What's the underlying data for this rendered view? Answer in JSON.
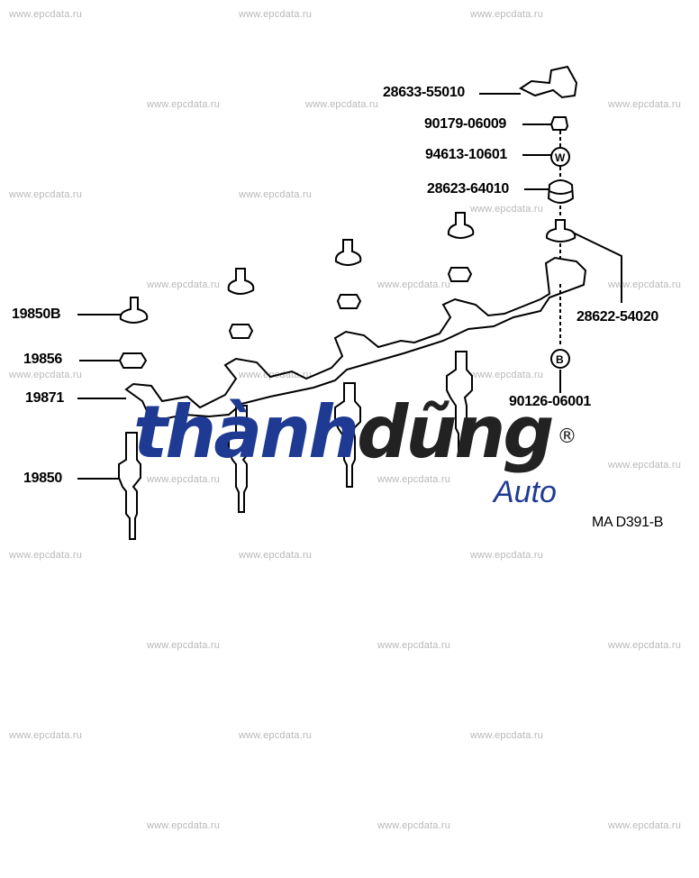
{
  "watermark": "www.epcdata.ru",
  "logo": {
    "main_a": "thành",
    "main_b": "dũng",
    "sub": "Auto",
    "reg": "®",
    "color": "#1e3a93"
  },
  "diagram_code": "MA D391-B",
  "parts": [
    {
      "number": "28633-55010"
    },
    {
      "number": "90179-06009"
    },
    {
      "number": "94613-10601"
    },
    {
      "number": "28623-64010"
    },
    {
      "number": "28622-54020"
    },
    {
      "number": "90126-06001"
    },
    {
      "number": "19850B"
    },
    {
      "number": "19856"
    },
    {
      "number": "19871"
    },
    {
      "number": "19850"
    }
  ],
  "symbols": {
    "washer": "W",
    "bolt": "B"
  }
}
